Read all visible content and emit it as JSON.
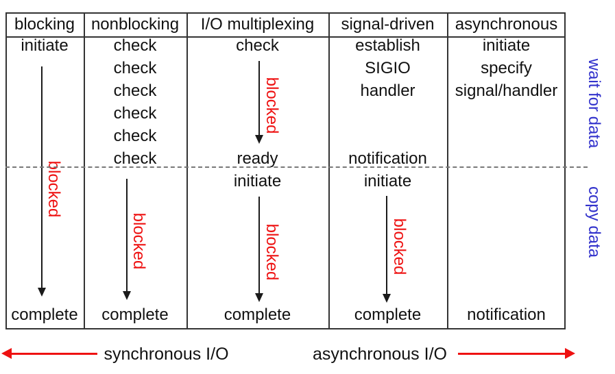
{
  "palette": {
    "red": "#ee1111",
    "blue": "#3333cc",
    "ink": "#111111",
    "line": "#333333"
  },
  "columns": [
    {
      "header": "blocking",
      "r1": "initiate",
      "blocked": "blocked",
      "bottom": "complete"
    },
    {
      "header": "nonblocking",
      "checks": [
        "check",
        "check",
        "check",
        "check",
        "check",
        "check"
      ],
      "blocked": "blocked",
      "bottom": "complete"
    },
    {
      "header": "I/O multiplexing",
      "r1": "check",
      "blocked_upper": "blocked",
      "r6": "ready",
      "r7": "initiate",
      "blocked_lower": "blocked",
      "bottom": "complete"
    },
    {
      "header": "signal-driven",
      "r1": "establish",
      "r2": "SIGIO",
      "r3": "handler",
      "r6": "notification",
      "r7": "initiate",
      "blocked": "blocked",
      "bottom": "complete"
    },
    {
      "header": "asynchronous",
      "r1": "initiate",
      "r2": "specify",
      "r3": "signal/handler",
      "bottom": "notification"
    }
  ],
  "phase_labels": {
    "wait": "wait for data",
    "copy": "copy data"
  },
  "footer": {
    "sync": "synchronous I/O",
    "async": "asynchronous I/O"
  }
}
